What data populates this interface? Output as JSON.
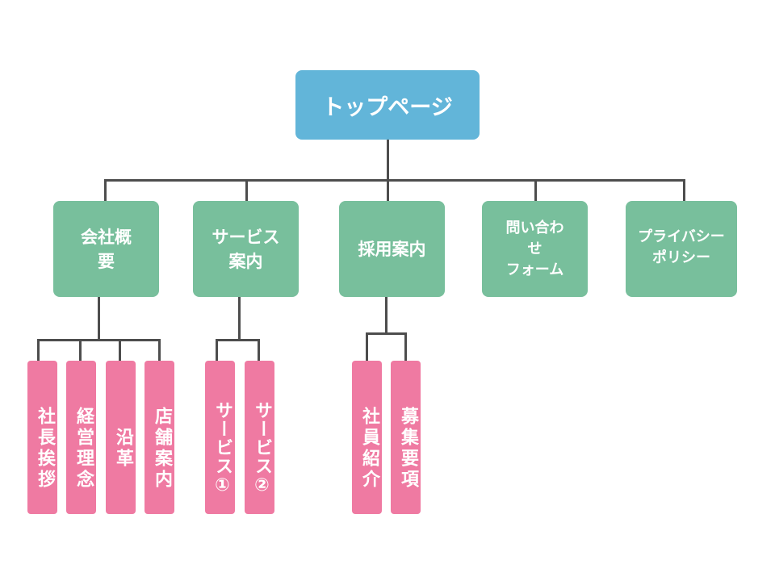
{
  "diagram": {
    "root": {
      "label": "トップページ",
      "color": "#62b5d9"
    },
    "sections": [
      {
        "label": "会社概\n要",
        "children": [
          "社長挨拶",
          "経営理念",
          "沿革",
          "店舗案内"
        ]
      },
      {
        "label": "サービス\n案内",
        "children": [
          "サービス①",
          "サービス②"
        ]
      },
      {
        "label": "採用案内",
        "children": [
          "社員紹介",
          "募集要項"
        ]
      },
      {
        "label": "問い合わ\nせ\nフォーム",
        "children": []
      },
      {
        "label": "プライバシー\nポリシー",
        "children": []
      }
    ],
    "colors": {
      "section": "#78bf9c",
      "leaf": "#ef7aa2",
      "connector": "#4d4d4d"
    }
  }
}
